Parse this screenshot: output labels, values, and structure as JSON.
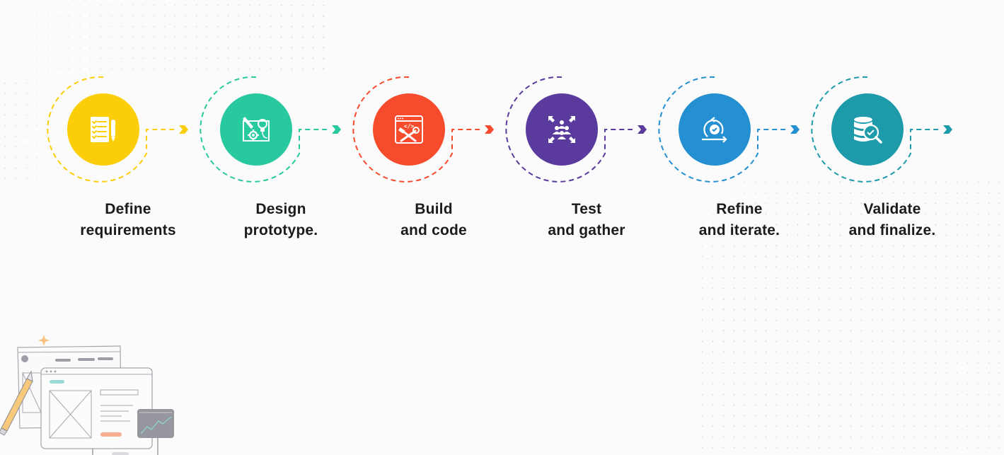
{
  "diagram": {
    "type": "process-flow",
    "direction": "left-to-right",
    "steps": [
      {
        "index": 1,
        "line1": "Define",
        "line2": "requirements",
        "icon": "checklist-pencil-icon",
        "color": "#fcce0a"
      },
      {
        "index": 2,
        "line1": "Design",
        "line2": "prototype.",
        "icon": "blueprint-pencil-gear-bulb-icon",
        "color": "#29c9a0"
      },
      {
        "index": 3,
        "line1": "Build",
        "line2": "and code",
        "icon": "code-window-tools-icon",
        "color": "#f64b2d"
      },
      {
        "index": 4,
        "line1": "Test",
        "line2": "and gather",
        "icon": "people-gather-arrows-icon",
        "color": "#5b3a9d"
      },
      {
        "index": 5,
        "line1": "Refine",
        "line2": "and iterate.",
        "icon": "iteration-cycle-check-icon",
        "color": "#2590d1"
      },
      {
        "index": 6,
        "line1": "Validate",
        "line2": "and finalize.",
        "icon": "database-search-check-icon",
        "color": "#1e9bab"
      }
    ],
    "connectors": "dashed-arrow",
    "decoration": "wireframe-illustration"
  }
}
